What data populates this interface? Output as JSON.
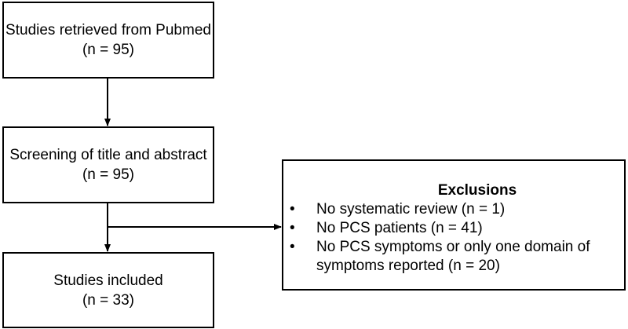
{
  "boxes": {
    "retrieved": {
      "line1": "Studies retrieved from Pubmed",
      "line2": "(n = 95)"
    },
    "screening": {
      "line1": "Screening of title and abstract",
      "line2": "(n = 95)"
    },
    "included": {
      "line1": "Studies included",
      "line2": "(n = 33)"
    }
  },
  "exclusions": {
    "title": "Exclusions",
    "bullet": "•",
    "items": [
      {
        "lines": [
          "No systematic review (n = 1)"
        ]
      },
      {
        "lines": [
          "No PCS patients (n = 41)"
        ]
      },
      {
        "lines": [
          "No PCS symptoms or only one domain of",
          "symptoms reported (n = 20)"
        ]
      }
    ]
  }
}
